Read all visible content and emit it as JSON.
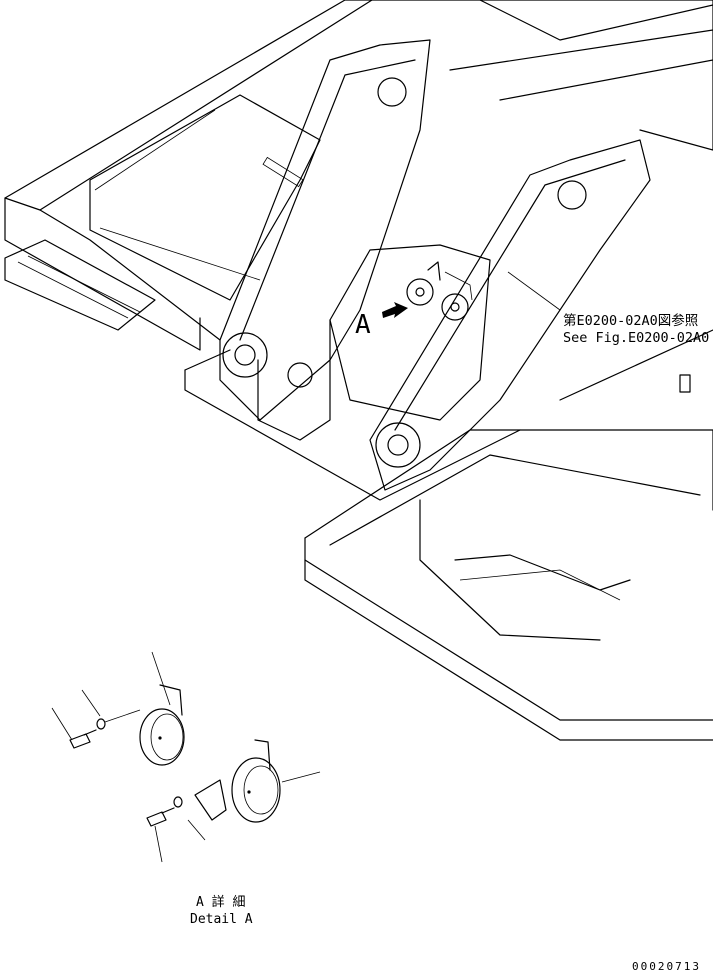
{
  "callouts": {
    "ref_jp": "第E0200-02A0図参照",
    "ref_en": "See Fig.E0200-02A0",
    "view_letter": "A"
  },
  "detail": {
    "title_jp": "A 詳 細",
    "title_en": "Detail A"
  },
  "drawing_number": "00020713"
}
